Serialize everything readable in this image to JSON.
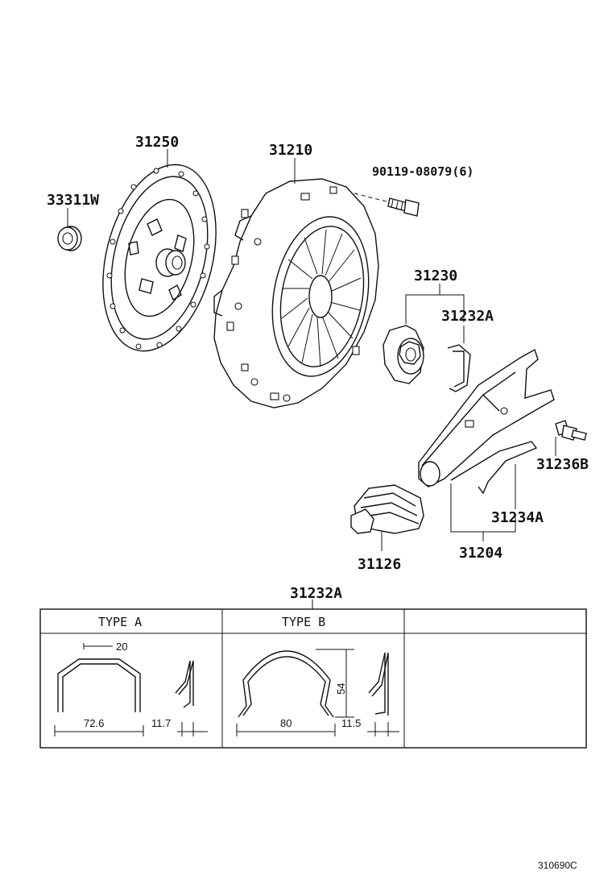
{
  "parts": {
    "release_bearing_retainer": "33311W",
    "clutch_disc": "31250",
    "clutch_cover": "31210",
    "cover_bolt": "90119-08079(6)",
    "release_bearing_assy": "31230",
    "release_clip": "31232A",
    "release_fork_bolt": "31236B",
    "fork_boot": "31126",
    "release_fork_support": "31234A",
    "release_fork_assy": "31204"
  },
  "clip_table": {
    "title": "31232A",
    "type_a": {
      "header": "TYPE  A",
      "dim_top": "20",
      "dim_width": "72.6",
      "dim_thickness": "11.7"
    },
    "type_b": {
      "header": "TYPE  B",
      "dim_height": "54",
      "dim_width": "80",
      "dim_thickness": "11.5"
    }
  },
  "illustration_code": "310690C"
}
